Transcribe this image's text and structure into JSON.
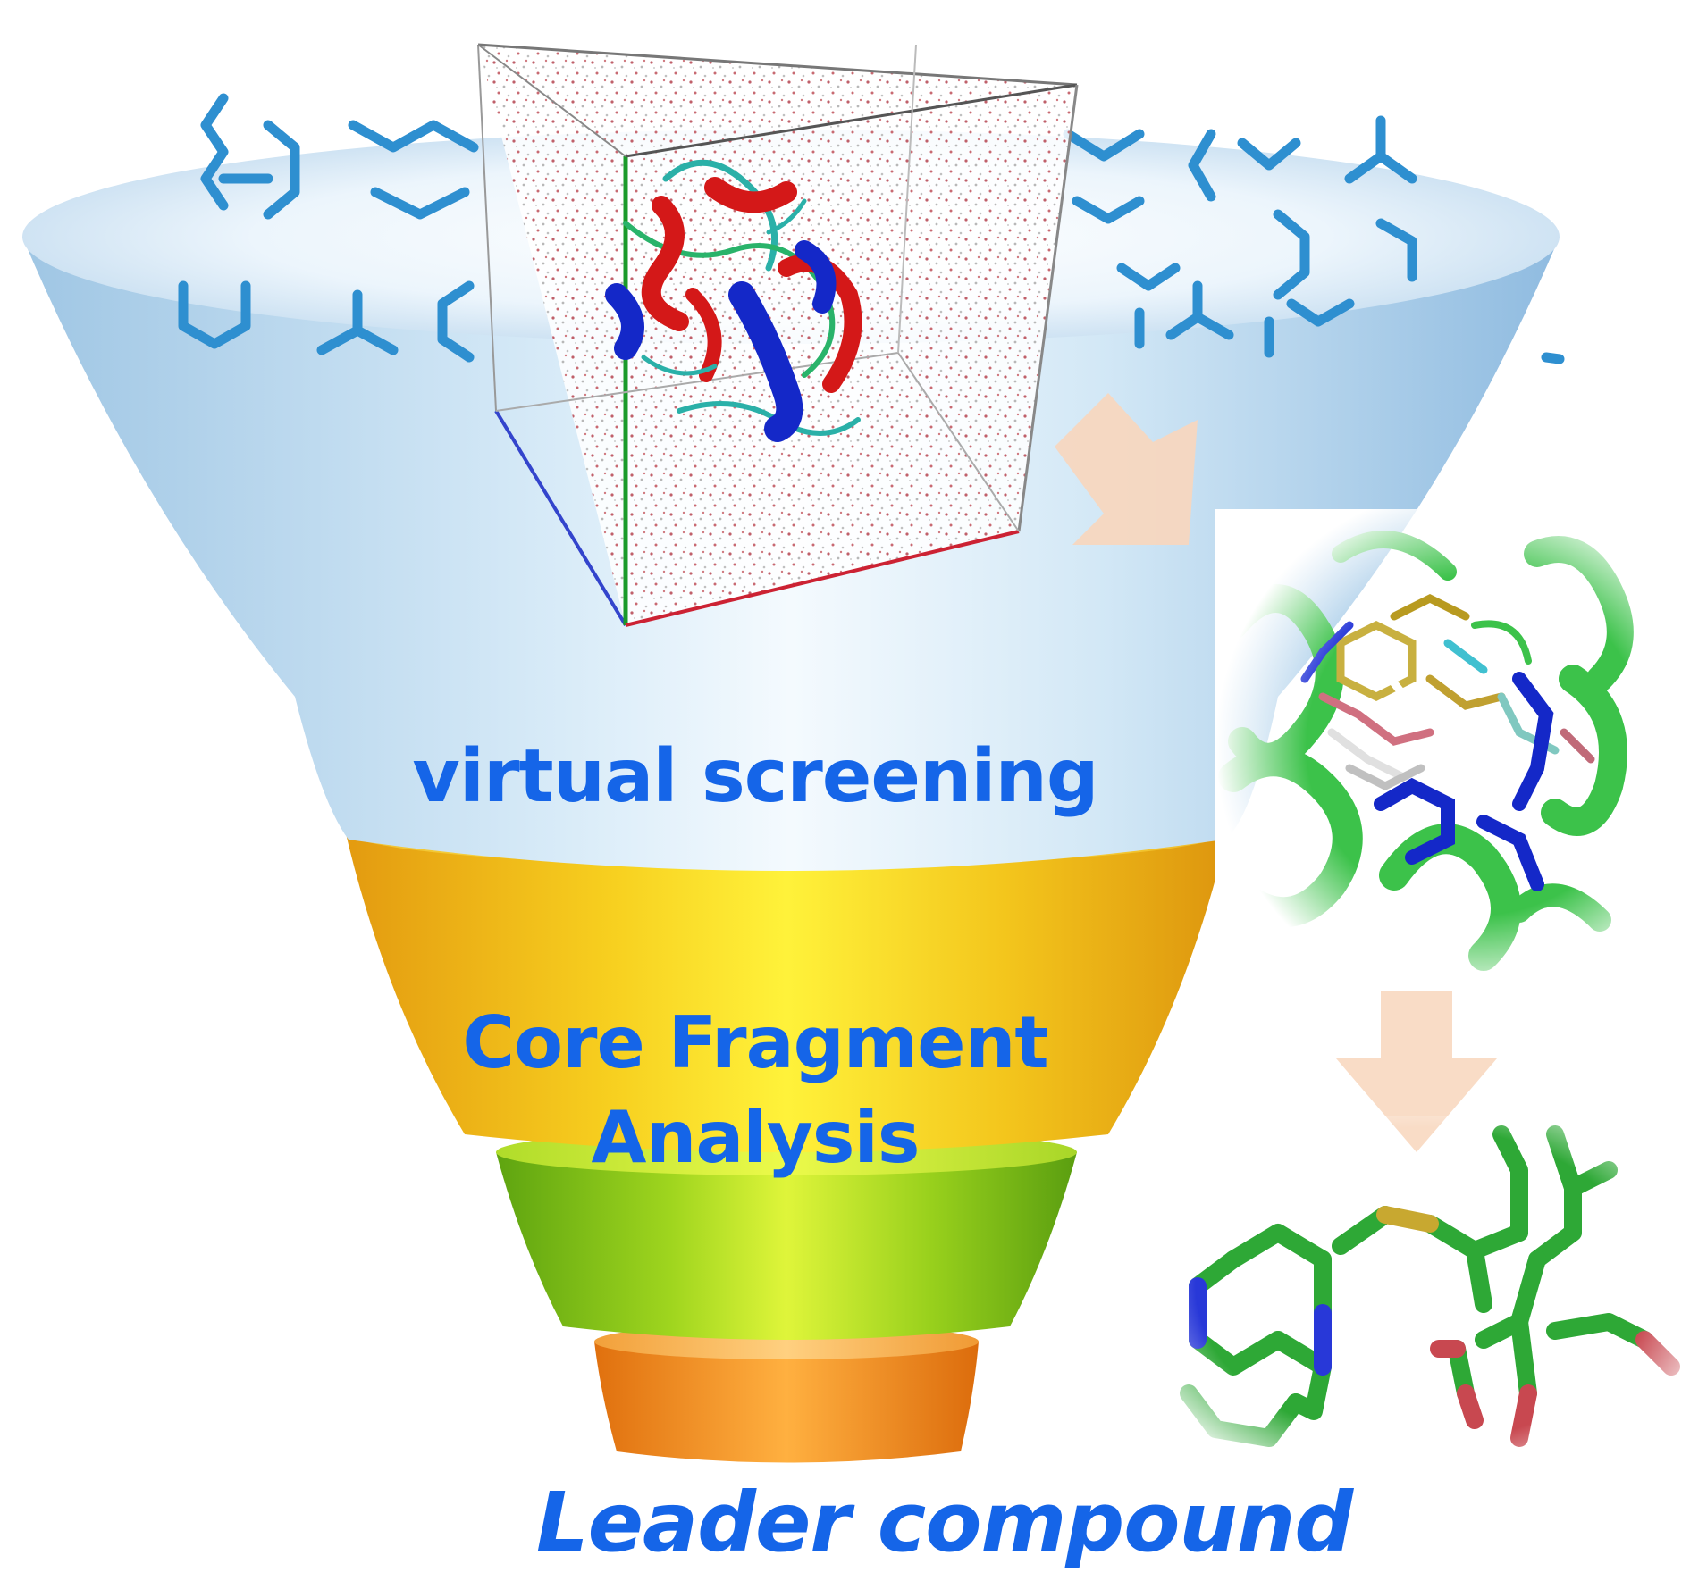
{
  "stages": {
    "virtual_screening": "virtual screening",
    "core_fragment_line1": "Core Fragment",
    "core_fragment_line2": "Analysis"
  },
  "result": {
    "leader_compound": "Leader compound"
  },
  "colors": {
    "label_text": "#1565e8",
    "funnel_top": "#c2ddf0",
    "funnel_yellow": "#f2c21a",
    "funnel_green": "#8fcf1c",
    "funnel_orange": "#f5962a",
    "molecule_blue": "#2e8fd0",
    "arrow": "#f8d6bc",
    "ribbon_green": "#3cc24a",
    "stick_green": "#2ea836"
  },
  "icons": {
    "molecule_fragments": "skeletal-formula-icon",
    "md_box": "solvated-protein-box-icon",
    "docking": "protein-ligand-docking-icon",
    "ligand": "ligand-stick-model-icon"
  }
}
